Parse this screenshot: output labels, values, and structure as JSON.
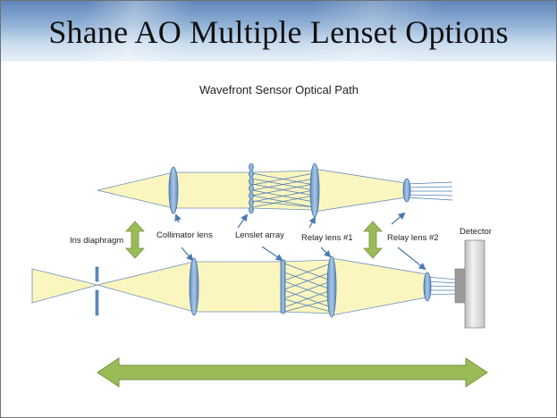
{
  "slide": {
    "title": "Shane AO Multiple Lenset Options",
    "subtitle": "Wavefront Sensor Optical Path"
  },
  "labels": {
    "iris": "Iris diaphragm",
    "collimator": "Collimator lens",
    "lenslet": "Lenslet array",
    "relay1": "Relay lens #1",
    "relay2": "Relay lens #2",
    "detector": "Detector"
  },
  "colors": {
    "beam_fill": "#fbf6bf",
    "lens_fill": "#8eb2d8",
    "lens_stroke": "#3f6fa3",
    "arrow_green": "#9bbb59",
    "arrow_green_stroke": "#76923c",
    "callout_arrow": "#4a7ab0",
    "detector_fill": "#dcdcdc",
    "title_bar_top": "#5f86b9"
  }
}
